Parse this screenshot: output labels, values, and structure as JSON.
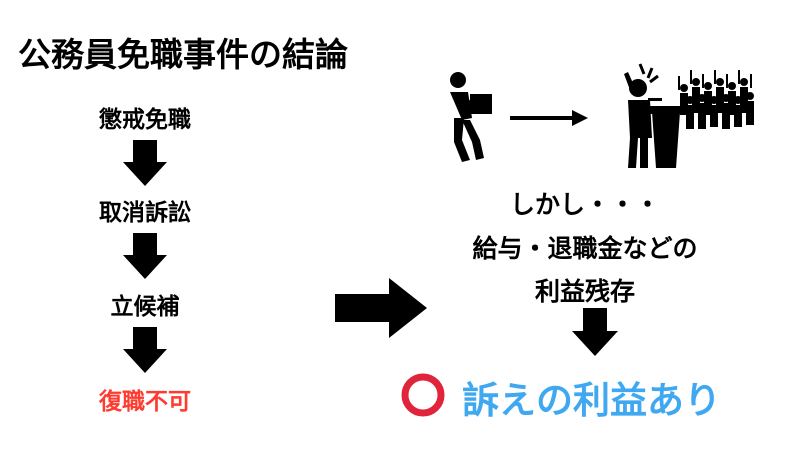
{
  "title": "公務員免職事件の結論",
  "flow": {
    "steps": [
      {
        "label": "懲戒免職",
        "color": "#000000"
      },
      {
        "label": "取消訴訟",
        "color": "#000000"
      },
      {
        "label": "立候補",
        "color": "#000000"
      },
      {
        "label": "復職不可",
        "color": "#ff3b30"
      }
    ]
  },
  "right": {
    "line1": "しかし・・・",
    "line2": "給与・退職金などの",
    "line3": "利益残存",
    "result": "訴えの利益あり",
    "result_color": "#3fa8f0",
    "circle_color": "#e0243c"
  },
  "icons": {
    "left": "person-carrying-box-icon",
    "middle": "right-arrow-icon",
    "right": "speaker-at-podium-with-crowd-icon"
  }
}
